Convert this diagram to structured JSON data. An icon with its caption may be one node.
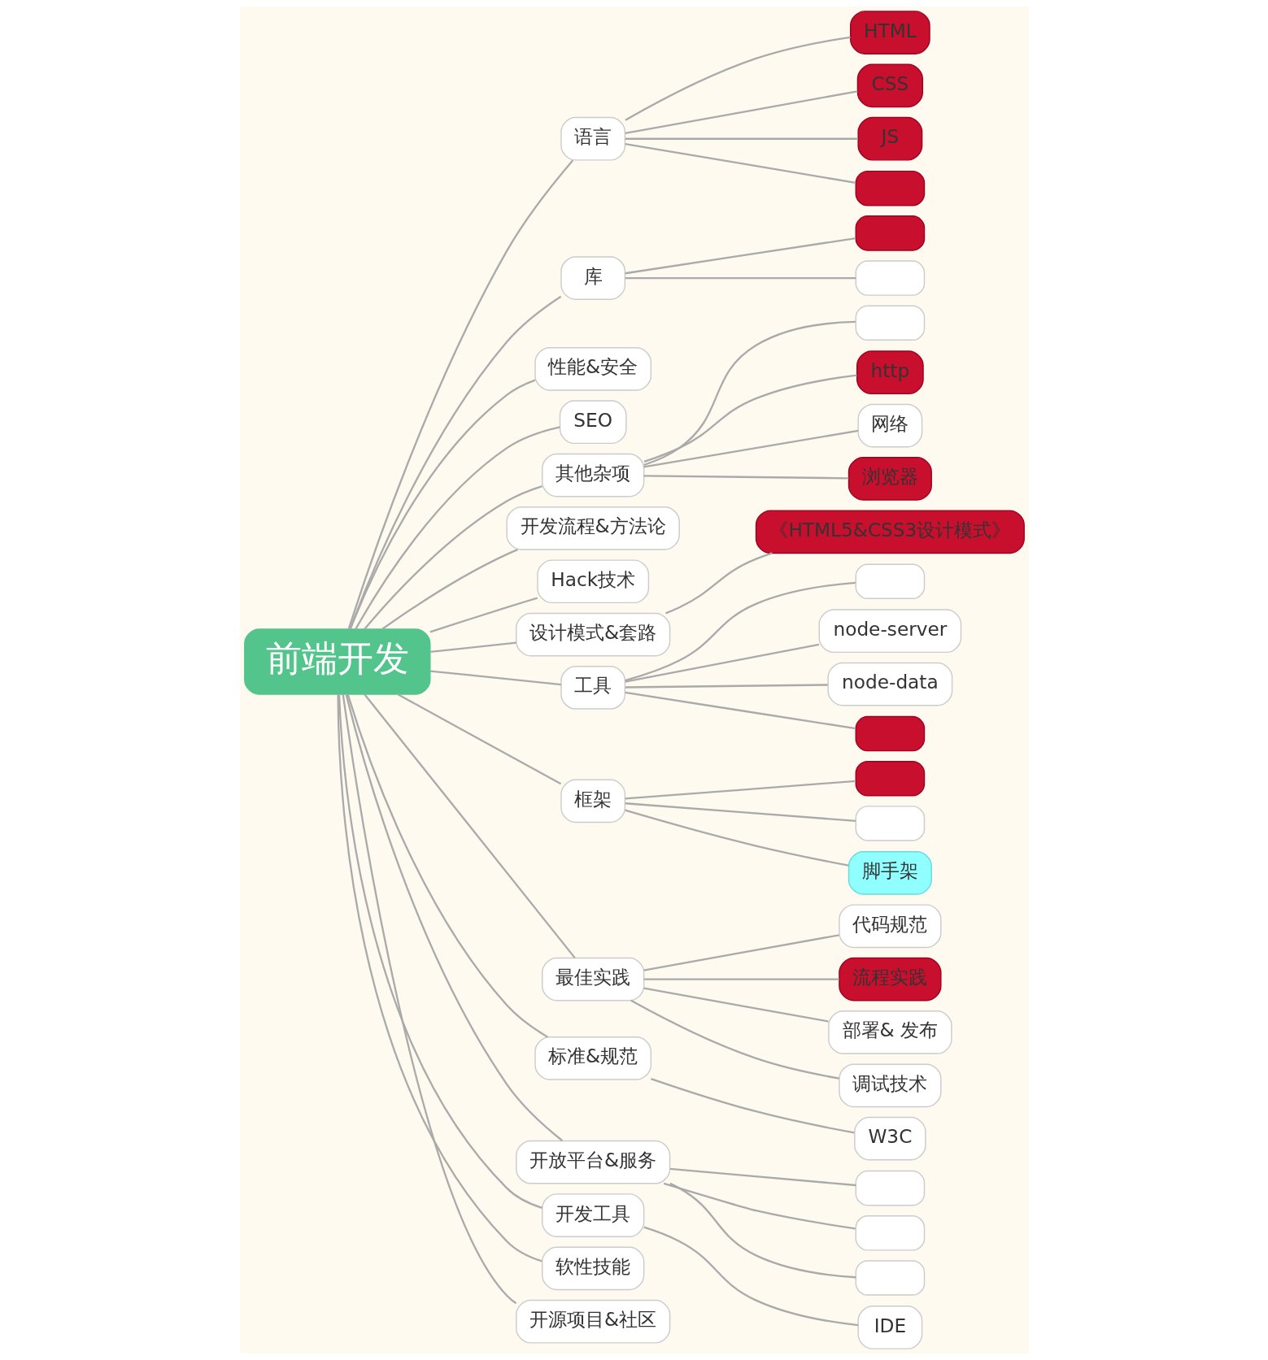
{
  "diagram": {
    "nodes": [
      {
        "text": [
          "前端开发"
        ]
      },
      {
        "text": [
          "语言"
        ]
      },
      {
        "text": [
          "HTML"
        ]
      },
      {
        "text": [
          "CSS"
        ]
      },
      {
        "text": [
          "JS"
        ]
      },
      {
        "text": [],
        "shape": "box"
      },
      {
        "text": [
          "库"
        ]
      },
      {
        "text": [],
        "shape": "box"
      },
      {
        "text": [],
        "shape": "box"
      },
      {
        "text": [
          "性能&安全"
        ]
      },
      {
        "text": [
          "SEO"
        ]
      },
      {
        "text": [
          "其他杂项"
        ]
      },
      {
        "text": [],
        "shape": "box"
      },
      {
        "text": [
          "http"
        ]
      },
      {
        "text": [
          "网络"
        ]
      },
      {
        "text": [
          "浏览器"
        ]
      },
      {
        "text": [
          "开发流程&方法论"
        ]
      },
      {
        "text": [
          "Hack技术"
        ]
      },
      {
        "text": [
          "设计模式&套路"
        ]
      },
      {
        "text": [
          "《HTML5&CSS3设计模式》"
        ]
      },
      {
        "text": [
          "工具"
        ]
      },
      {
        "text": [],
        "shape": "box"
      },
      {
        "text": [
          "node-server"
        ]
      },
      {
        "text": [
          "node-data"
        ]
      },
      {
        "text": [],
        "shape": "box"
      },
      {
        "text": [
          "框架"
        ]
      },
      {
        "text": [],
        "shape": "box"
      },
      {
        "text": [],
        "shape": "box"
      },
      {
        "text": [
          "脚手架"
        ]
      },
      {
        "text": [
          "最佳实践"
        ]
      },
      {
        "text": [
          "代码规范"
        ]
      },
      {
        "text": [
          "流程实践"
        ]
      },
      {
        "text": [
          "部署& 发布"
        ]
      },
      {
        "text": [
          "调试技术"
        ]
      },
      {
        "text": [
          "标准&规范"
        ]
      },
      {
        "text": [
          "W3C"
        ]
      },
      {
        "text": [
          "开放平台&服务"
        ]
      },
      {
        "text": [],
        "shape": "box"
      },
      {
        "text": [],
        "shape": "box"
      },
      {
        "text": [],
        "shape": "box"
      },
      {
        "text": [
          "开发工具"
        ]
      },
      {
        "text": [
          "IDE"
        ]
      },
      {
        "text": [
          "软性技能"
        ]
      },
      {
        "text": [
          "开源项目&社区"
        ]
      }
    ],
    "edges": [
      {
        "from": 0,
        "to": 1,
        "arrow": "none"
      },
      {
        "from": 1,
        "to": 2,
        "arrow": "none"
      },
      {
        "from": 1,
        "to": 3,
        "arrow": "none"
      },
      {
        "from": 1,
        "to": 4,
        "arrow": "none"
      },
      {
        "from": 1,
        "to": 5,
        "arrow": "none"
      },
      {
        "from": 0,
        "to": 6,
        "arrow": "none"
      },
      {
        "from": 6,
        "to": 7,
        "arrow": "none"
      },
      {
        "from": 6,
        "to": 8,
        "arrow": "none"
      },
      {
        "from": 0,
        "to": 9,
        "arrow": "none"
      },
      {
        "from": 0,
        "to": 10,
        "arrow": "none"
      },
      {
        "from": 0,
        "to": 11,
        "arrow": "none"
      },
      {
        "from": 11,
        "to": 12,
        "arrow": "none"
      },
      {
        "from": 11,
        "to": 13,
        "arrow": "none"
      },
      {
        "from": 11,
        "to": 14,
        "arrow": "none"
      },
      {
        "from": 11,
        "to": 15,
        "arrow": "none"
      },
      {
        "from": 0,
        "to": 16,
        "arrow": "none"
      },
      {
        "from": 0,
        "to": 17,
        "arrow": "none"
      },
      {
        "from": 0,
        "to": 18,
        "arrow": "none"
      },
      {
        "from": 18,
        "to": 19,
        "arrow": "none"
      },
      {
        "from": 0,
        "to": 20,
        "arrow": "none"
      },
      {
        "from": 20,
        "to": 21,
        "arrow": "none"
      },
      {
        "from": 20,
        "to": 22,
        "arrow": "none"
      },
      {
        "from": 20,
        "to": 23,
        "arrow": "none"
      },
      {
        "from": 20,
        "to": 24,
        "arrow": "none"
      },
      {
        "from": 0,
        "to": 25,
        "arrow": "none"
      },
      {
        "from": 25,
        "to": 26,
        "arrow": "none"
      },
      {
        "from": 25,
        "to": 27,
        "arrow": "none"
      },
      {
        "from": 25,
        "to": 28,
        "arrow": "none"
      },
      {
        "from": 0,
        "to": 29,
        "arrow": "none"
      },
      {
        "from": 29,
        "to": 30,
        "arrow": "none"
      },
      {
        "from": 29,
        "to": 31,
        "arrow": "none"
      },
      {
        "from": 29,
        "to": 32,
        "arrow": "none"
      },
      {
        "from": 29,
        "to": 33,
        "arrow": "none"
      },
      {
        "from": 0,
        "to": 34,
        "arrow": "none"
      },
      {
        "from": 34,
        "to": 35,
        "arrow": "none"
      },
      {
        "from": 0,
        "to": 36,
        "arrow": "none"
      },
      {
        "from": 36,
        "to": 37,
        "arrow": "none"
      },
      {
        "from": 36,
        "to": 38,
        "arrow": "none"
      },
      {
        "from": 36,
        "to": 39,
        "arrow": "none"
      },
      {
        "from": 0,
        "to": 40,
        "arrow": "none"
      },
      {
        "from": 40,
        "to": 41,
        "arrow": "none"
      },
      {
        "from": 0,
        "to": 42,
        "arrow": "none"
      },
      {
        "from": 0,
        "to": 43,
        "arrow": "none"
      }
    ]
  }
}
